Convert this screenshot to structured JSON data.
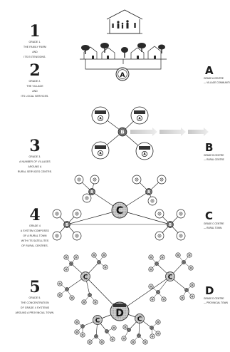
{
  "grades": [
    {
      "number": "1",
      "lines": [
        "GRADE 1.",
        "THE FAMILY FARM",
        "AND",
        "ITS EXTENSIONS."
      ]
    },
    {
      "number": "2",
      "lines": [
        "GRADE 2.",
        "THE VILLAGE",
        "AND",
        "ITS LOCAL SERVICES."
      ]
    },
    {
      "number": "3",
      "lines": [
        "GRADE 3.",
        "A NUMBER OF VILLAGES",
        "AROUND A",
        "RURAL SERVICES CENTRE."
      ]
    },
    {
      "number": "4",
      "lines": [
        "GRADE 4",
        "A SYSTEM COMPOSED",
        "OF A RURAL TOWN",
        "WITH ITS SATELLITES",
        "OF RURAL CENTRES."
      ]
    },
    {
      "number": "5",
      "lines": [
        "GRADE 5.",
        "THE CONCENTRATION",
        "OF GRADE 4 SYSTEMS",
        "AROUND A PROVINCIAL TOWN."
      ]
    }
  ],
  "centres": [
    {
      "letter": "A",
      "lines": [
        "GRADE A CENTRE",
        "— VILLAGE COMMUNITY CEN"
      ]
    },
    {
      "letter": "B",
      "lines": [
        "GRADE B CENTRE",
        "— RURAL CENTRE"
      ]
    },
    {
      "letter": "C",
      "lines": [
        "GRADE C CENTRE",
        "— RURAL TOWN."
      ]
    },
    {
      "letter": "D",
      "lines": [
        "GRADE D CENTRE",
        "— PROVINCIAL TOWN"
      ]
    }
  ],
  "node_labels": {
    "a": "A",
    "b": "B",
    "c": "C",
    "d": "D"
  }
}
